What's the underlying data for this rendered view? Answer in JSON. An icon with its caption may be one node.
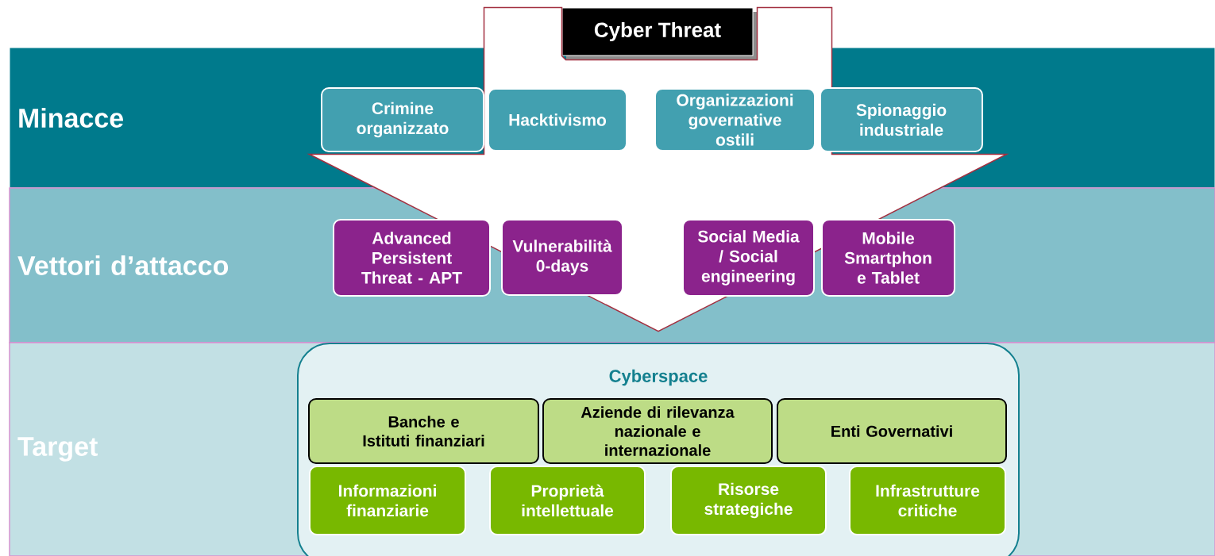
{
  "diagram": {
    "nodes": [
      {
        "text": [
          "Cyber Threat"
        ]
      },
      {
        "text": [
          "Minacce"
        ]
      },
      {
        "text": [
          "Crimine organizzato"
        ],
        "in": 1
      },
      {
        "text": [
          "Hacktivismo"
        ],
        "in": 1
      },
      {
        "text": [
          "Organizzazioni governative ostili"
        ],
        "in": 1
      },
      {
        "text": [
          "Spionaggio industriale"
        ],
        "in": 1
      },
      {
        "text": [
          "Vettori d’attacco"
        ]
      },
      {
        "text": [
          "Advanced Persistent Threat - APT"
        ],
        "in": 6
      },
      {
        "text": [
          "Vulnerabilità 0-days"
        ],
        "in": 6
      },
      {
        "text": [
          "Social Media / Social engineering"
        ],
        "in": 6
      },
      {
        "text": [
          "Mobile Smartphon e Tablet"
        ],
        "in": 6
      },
      {
        "text": [
          "Target"
        ]
      },
      {
        "text": [
          "Cyberspace"
        ],
        "in": 11
      },
      {
        "text": [
          "Banche e Istituti finanziari"
        ],
        "in": 12
      },
      {
        "text": [
          "Aziende di rilevanza nazionale e internazionale"
        ],
        "in": 12
      },
      {
        "text": [
          "Enti Governativi"
        ],
        "in": 12
      },
      {
        "text": [
          "Informazioni finanziarie"
        ],
        "in": 12
      },
      {
        "text": [
          "Proprietà intellettuale"
        ],
        "in": 12
      },
      {
        "text": [
          "Risorse strategiche"
        ],
        "in": 12
      },
      {
        "text": [
          "Infrastrutture critiche"
        ],
        "in": 12
      }
    ],
    "edges": [
      {
        "from": 0,
        "to": 12,
        "arrow": "to",
        "style": "thick"
      }
    ]
  }
}
